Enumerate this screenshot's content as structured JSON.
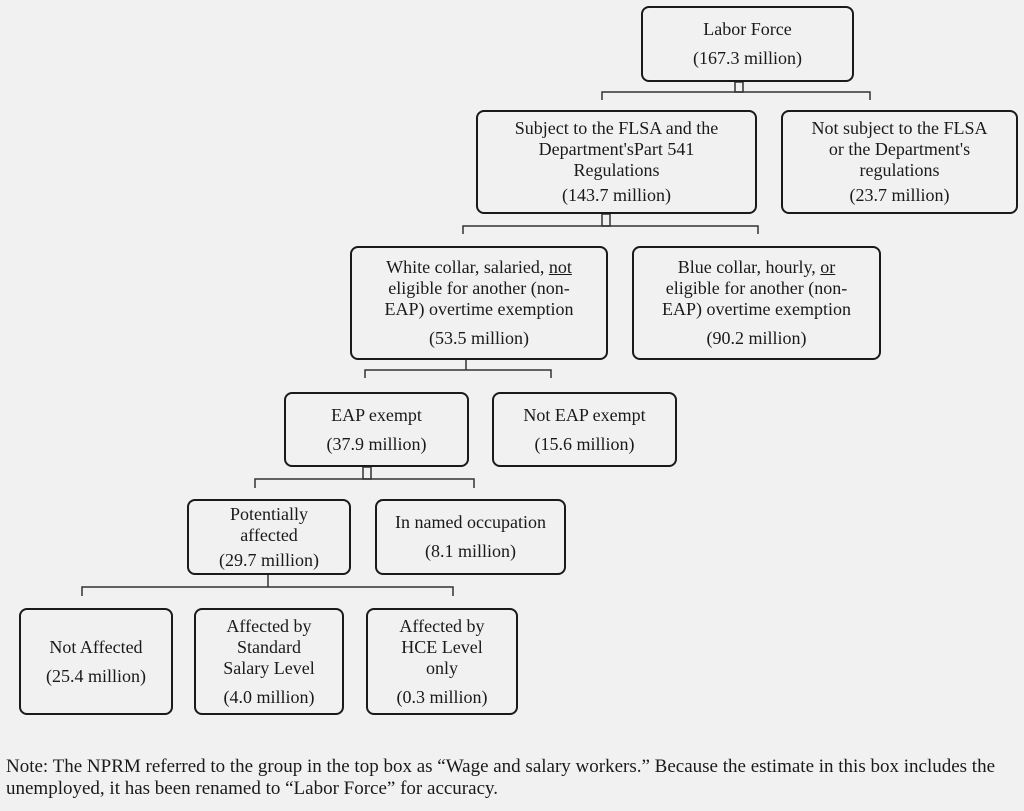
{
  "nodes": {
    "labor_force": {
      "label": "Labor Force",
      "value": "(167.3 million)"
    },
    "subject_flsa": {
      "label": "Subject to the FLSA and the\nDepartment'sPart 541\nRegulations",
      "value": "(143.7 million)"
    },
    "not_subject": {
      "label": "Not subject to the FLSA\nor the Department's\nregulations",
      "value": "(23.7 million)"
    },
    "white_collar": {
      "label_pre": "White collar, salaried, ",
      "label_underlined": "not",
      "label_post": "\neligible for another (non-\nEAP) overtime exemption",
      "value": "(53.5 million)"
    },
    "blue_collar": {
      "label_pre": "Blue collar, hourly, ",
      "label_underlined": "or",
      "label_post": "\neligible for another (non-\nEAP) overtime exemption",
      "value": "(90.2 million)"
    },
    "eap_exempt": {
      "label": "EAP exempt",
      "value": "(37.9 million)"
    },
    "not_eap_exempt": {
      "label": "Not EAP exempt",
      "value": "(15.6 million)"
    },
    "potentially_affected": {
      "label": "Potentially\naffected",
      "value": "(29.7 million)"
    },
    "named_occupation": {
      "label": "In named occupation",
      "value": "(8.1 million)"
    },
    "not_affected": {
      "label": "Not Affected",
      "value": "(25.4 million)"
    },
    "affected_standard": {
      "label": "Affected by\nStandard\nSalary Level",
      "value": "(4.0 million)"
    },
    "affected_hce": {
      "label": "Affected by\nHCE Level\nonly",
      "value": "(0.3 million)"
    }
  },
  "note": "Note: The NPRM referred to the group in the top box as “Wage and salary workers.” Because the estimate in this box includes the unemployed, it has been renamed to “Labor Force” for accuracy."
}
